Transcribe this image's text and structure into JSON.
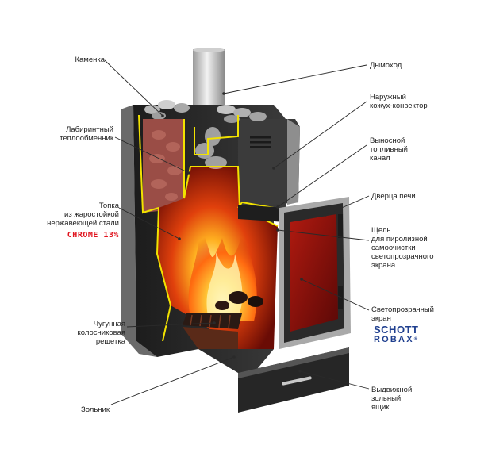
{
  "labels": {
    "kamenka": "Каменка",
    "heat_exchanger": [
      "Лабиринтный",
      "теплообменник"
    ],
    "firebox": [
      "Топка",
      "из жаростойкой",
      "нержавеющей стали"
    ],
    "steel_grade": "CHROME 13%",
    "grate": [
      "Чугунная",
      "колосниковая",
      "решетка"
    ],
    "ash_pit": "Зольник",
    "chimney": "Дымоход",
    "casing": [
      "Наружный",
      "кожух-конвектор"
    ],
    "fuel_channel": [
      "Выносной",
      "топливный",
      "канал"
    ],
    "door": "Дверца печи",
    "slot": [
      "Щель",
      "для пиролизной",
      "самоочистки",
      "светопрозрачного",
      "экрана"
    ],
    "glass": [
      "Светопрозрачный",
      "экран"
    ],
    "drawer": [
      "Выдвижной",
      "зольный",
      "ящик"
    ]
  },
  "brand": {
    "line1": "SCHOTT",
    "line2": "ROBAX",
    "reg": "®"
  },
  "colors": {
    "text": "#222222",
    "accent_red": "#e0141e",
    "brand_blue": "#1f3f8f",
    "outline_yellow": "#f2e200",
    "steel": "#2b2b2b"
  }
}
